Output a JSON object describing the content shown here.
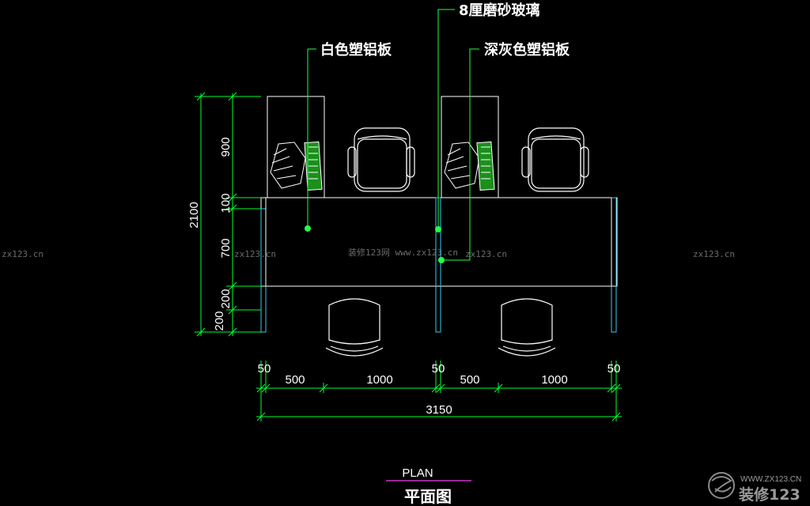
{
  "labels": {
    "frosted_glass": "8厘磨砂玻璃",
    "white_panel": "白色塑铝板",
    "dark_gray_panel": "深灰色塑铝板"
  },
  "dimensions": {
    "vertical": {
      "total": "2100",
      "v900": "900",
      "v100": "100",
      "v700": "700",
      "v200a": "200",
      "v200b": "200"
    },
    "horizontal": {
      "h50a": "50",
      "h500a": "500",
      "h1000a": "1000",
      "h50b": "50",
      "h500b": "500",
      "h1000b": "1000",
      "h50c": "50",
      "total": "3150"
    }
  },
  "title": {
    "en": "PLAN",
    "zh": "平面图"
  },
  "watermarks": {
    "left": "zx123.cn",
    "center_left": "zx123.cn",
    "center": "装修123网  www.zx123.cn",
    "center_right": "zx123.cn",
    "right": "zx123.cn"
  },
  "logo": {
    "url": "WWW.ZX123.CN",
    "name": "装修123"
  },
  "colors": {
    "background": "#000000",
    "dimension_line": "#00ff33",
    "leader_green": "#22ff44",
    "partition_cyan": "#33ccee",
    "title_underline": "#cc33cc"
  }
}
